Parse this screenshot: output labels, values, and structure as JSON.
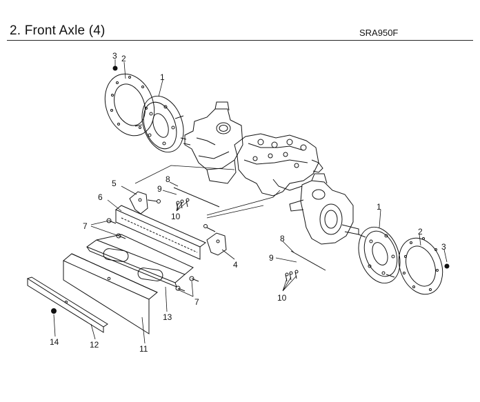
{
  "header": {
    "title": "2. Front Axle (4)",
    "model": "SRA950F"
  },
  "callouts": {
    "c1_left": "1",
    "c2_left": "2",
    "c3_left": "3",
    "c1_right": "1",
    "c2_right": "2",
    "c3_right": "3",
    "c4": "4",
    "c5": "5",
    "c6": "6",
    "c7_left": "7",
    "c7_low": "7",
    "c8_left": "8",
    "c9_left": "9",
    "c10_left": "10",
    "c8_right": "8",
    "c9_right": "9",
    "c10_right": "10",
    "c11": "11",
    "c12": "12",
    "c13": "13",
    "c14": "14"
  }
}
